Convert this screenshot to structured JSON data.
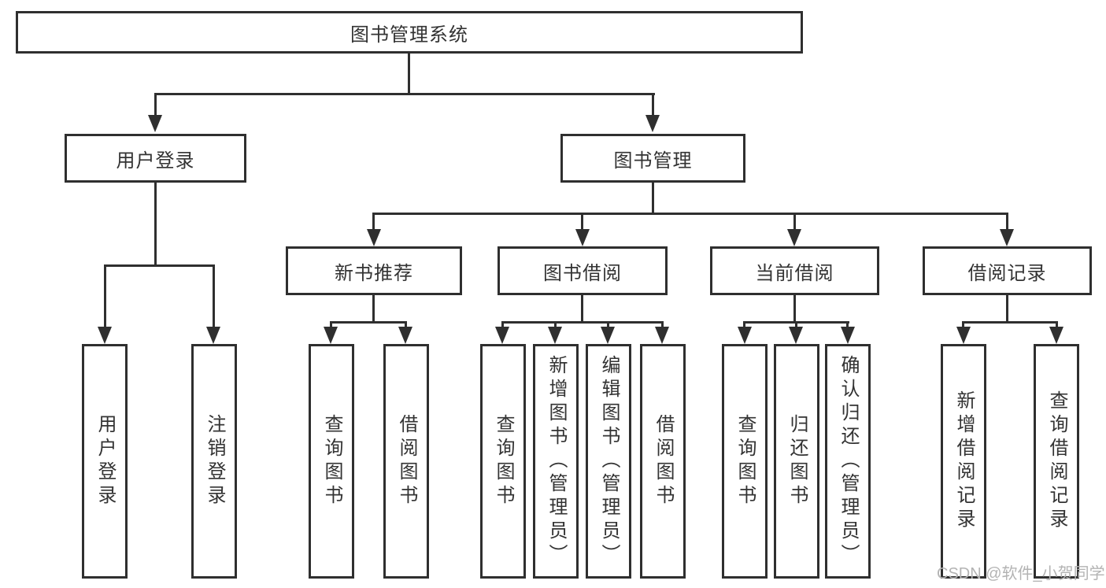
{
  "diagram": {
    "root": {
      "label": "图书管理系统"
    },
    "branches": [
      {
        "label": "用户登录",
        "children": [
          {
            "label": "用户登录"
          },
          {
            "label": "注销登录"
          }
        ]
      },
      {
        "label": "图书管理",
        "children": [
          {
            "label": "新书推荐",
            "children": [
              {
                "label": "查询图书"
              },
              {
                "label": "借阅图书"
              }
            ]
          },
          {
            "label": "图书借阅",
            "children": [
              {
                "label": "查询图书"
              },
              {
                "label": "新增图书（管理员）"
              },
              {
                "label": "编辑图书（管理员）"
              },
              {
                "label": "借阅图书"
              }
            ]
          },
          {
            "label": "当前借阅",
            "children": [
              {
                "label": "查询图书"
              },
              {
                "label": "归还图书"
              },
              {
                "label": "确认归还（管理员）"
              }
            ]
          },
          {
            "label": "借阅记录",
            "children": [
              {
                "label": "新增借阅记录"
              },
              {
                "label": "查询借阅记录"
              }
            ]
          }
        ]
      }
    ]
  },
  "watermark": {
    "text": "CSDN @软件_小贺同学"
  },
  "colors": {
    "line": "#2f2f2f",
    "text": "#333333",
    "background": "#ffffff",
    "watermark": "#b3b3b3"
  }
}
